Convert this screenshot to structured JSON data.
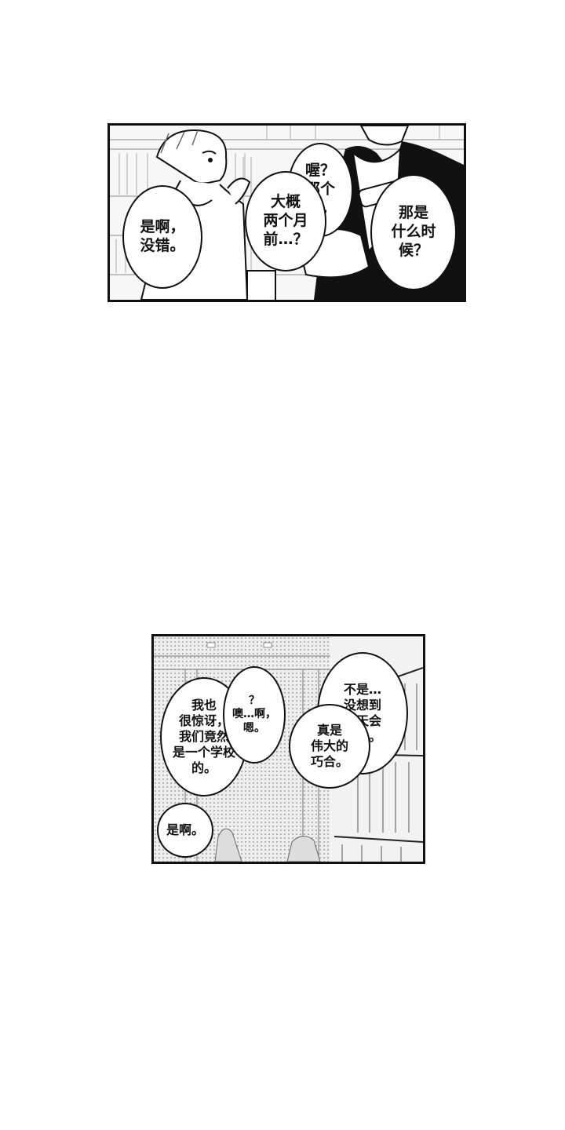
{
  "panels": [
    {
      "bubbles": [
        {
          "text": "是啊，\n没错。"
        },
        {
          "text": "喔？\n那个\n…"
        },
        {
          "text": "大概\n两个月\n前…？"
        },
        {
          "text": "那是\n什么时\n候？"
        }
      ]
    },
    {
      "bubbles": [
        {
          "text": "我也\n很惊讶，\n我们竟然\n是一个学校\n的。"
        },
        {
          "text": "？\n噢…啊，\n嗯。"
        },
        {
          "text": "不是…\n没想到\n今天会\n遇见。"
        },
        {
          "text": "真是\n伟大的\n巧合。"
        },
        {
          "text": "是啊。"
        }
      ]
    }
  ]
}
